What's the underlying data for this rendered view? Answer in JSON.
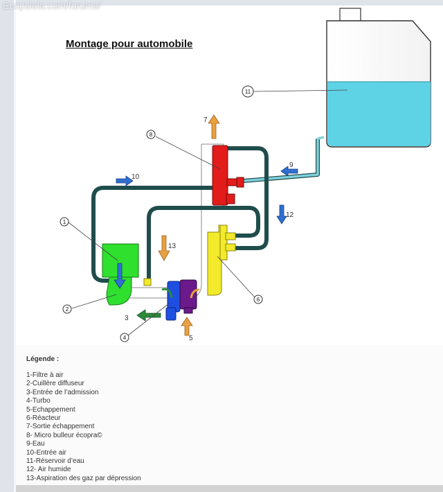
{
  "watermark": "Ecopsiela.com/forums/",
  "title": "Montage pour automobile",
  "legend": {
    "title": "Légende :",
    "items": [
      "1-Filtre à air",
      "2-Cuillère diffuseur",
      "3-Entrée de l’admission",
      "4-Turbo",
      "5-Echappement",
      "6-Réacteur",
      "7-Sortie échappement",
      "8- Micro bulleur écopra©",
      "9-Eau",
      "10-Entrée air",
      "11-Réservoir d’eau",
      "12- Air humide",
      "13-Aspiration des gaz par dépression"
    ]
  },
  "callouts": {
    "c1": "1",
    "c2": "2",
    "c4": "4",
    "c6": "6",
    "c8": "8",
    "c11": "11"
  },
  "arrow_labels": {
    "a3": "3",
    "a5": "5",
    "a7": "7",
    "a9": "9",
    "a10": "10",
    "a12": "12",
    "a13": "13"
  },
  "colors": {
    "pipe": "#1f4d4c",
    "water": "#7fd1dd",
    "tank_water": "#5fd3e6",
    "filter": "#2fe02f",
    "reactor": "#f2ea2a",
    "bubbler": "#e21b1b",
    "turbo_blue": "#1f4fe0",
    "turbo_purple": "#6a1a8a",
    "arrow_blue": "#2f6fd0",
    "arrow_orange": "#e8a040",
    "arrow_green": "#2c8a3a"
  }
}
